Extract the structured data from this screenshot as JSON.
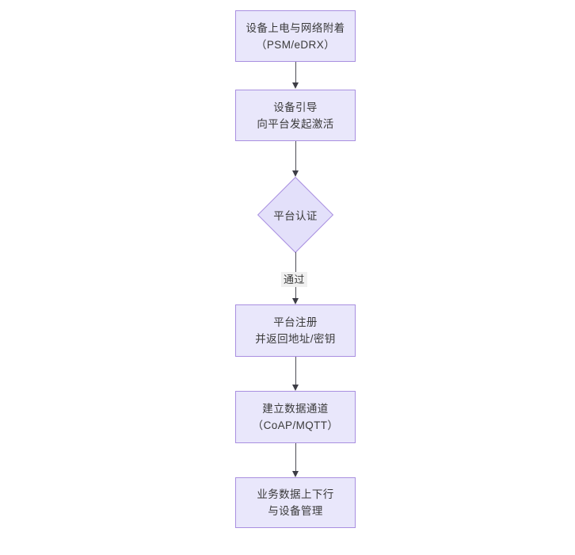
{
  "diagram": {
    "type": "flowchart",
    "orientation": "top-to-bottom",
    "background_color": "#ffffff",
    "node_fill_color": "#e9e7fb",
    "node_border_color": "#a98fe0",
    "connector_color": "#4d4d55",
    "text_color": "#3a3a3a",
    "nodes": [
      {
        "id": "power-on",
        "shape": "rectangle",
        "line1": "设备上电与网络附着",
        "line2": "（PSM/eDRX）"
      },
      {
        "id": "bootstrap",
        "shape": "rectangle",
        "line1": "设备引导",
        "line2": "向平台发起激活"
      },
      {
        "id": "platform-auth",
        "shape": "diamond",
        "line1": "平台认证",
        "line2": ""
      },
      {
        "id": "platform-register",
        "shape": "rectangle",
        "line1": "平台注册",
        "line2": "并返回地址/密钥"
      },
      {
        "id": "data-channel",
        "shape": "rectangle",
        "line1": "建立数据通道",
        "line2": "（CoAP/MQTT）"
      },
      {
        "id": "business-data",
        "shape": "rectangle",
        "line1": "业务数据上下行",
        "line2": "与设备管理"
      }
    ],
    "edges": [
      {
        "id": "e1",
        "from": "power-on",
        "to": "bootstrap",
        "label": ""
      },
      {
        "id": "e2",
        "from": "bootstrap",
        "to": "platform-auth",
        "label": ""
      },
      {
        "id": "e3",
        "from": "platform-auth",
        "to": "platform-register",
        "label": "通过"
      },
      {
        "id": "e4",
        "from": "platform-register",
        "to": "data-channel",
        "label": ""
      },
      {
        "id": "e5",
        "from": "data-channel",
        "to": "business-data",
        "label": ""
      }
    ]
  }
}
